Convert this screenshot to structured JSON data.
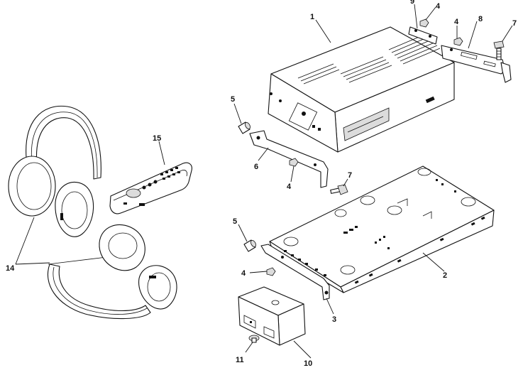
{
  "callouts": {
    "c1": "1",
    "c2": "2",
    "c3": "3",
    "c4a": "4",
    "c4b": "4",
    "c4c": "4",
    "c4d": "4",
    "c5a": "5",
    "c5b": "5",
    "c6": "6",
    "c7a": "7",
    "c7b": "7",
    "c8": "8",
    "c9": "9",
    "c10": "10",
    "c11": "11",
    "c14": "14",
    "c15": "15"
  },
  "parts": [
    {
      "ref": "1",
      "icon": "cd-changer-unit-icon"
    },
    {
      "ref": "2",
      "icon": "control-unit-box-icon"
    },
    {
      "ref": "3",
      "icon": "bracket-icon"
    },
    {
      "ref": "4",
      "icon": "nut-icon"
    },
    {
      "ref": "5",
      "icon": "pin-icon"
    },
    {
      "ref": "6",
      "icon": "bracket-icon"
    },
    {
      "ref": "7",
      "icon": "bolt-icon"
    },
    {
      "ref": "8",
      "icon": "bracket-icon"
    },
    {
      "ref": "9",
      "icon": "clip-bracket-icon"
    },
    {
      "ref": "10",
      "icon": "module-box-icon"
    },
    {
      "ref": "11",
      "icon": "screw-icon"
    },
    {
      "ref": "14",
      "icon": "wireless-headphones-icon"
    },
    {
      "ref": "15",
      "icon": "remote-control-icon"
    }
  ]
}
